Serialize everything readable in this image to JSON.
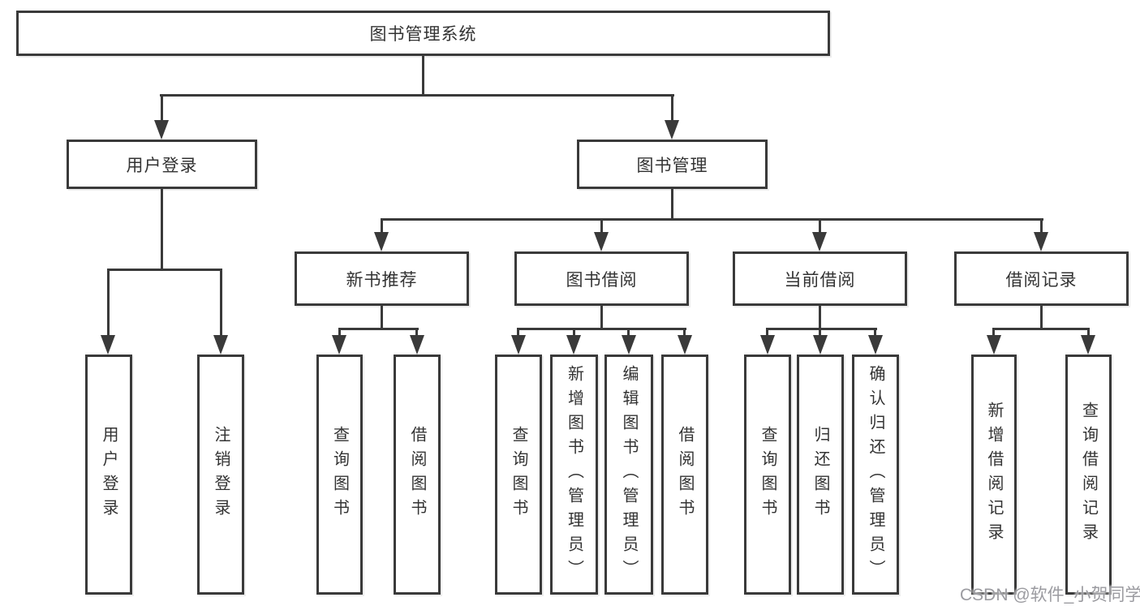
{
  "title": "图书管理系统",
  "level2": [
    "用户登录",
    "图书管理"
  ],
  "level3": [
    "新书推荐",
    "图书借阅",
    "当前借阅",
    "借阅记录"
  ],
  "leaves": {
    "user": [
      "用户登录",
      "注销登录"
    ],
    "recommend": [
      "查询图书",
      "借阅图书"
    ],
    "borrow": [
      "查询图书",
      "新增图书（管理员）",
      "编辑图书（管理员）",
      "借阅图书"
    ],
    "current": [
      "查询图书",
      "归还图书",
      "确认归还（管理员）"
    ],
    "records": [
      "新增借阅记录",
      "查询借阅记录"
    ]
  },
  "watermark": "CSDN @软件_小贺同学",
  "colors": {
    "line": "#3a3a3a",
    "text": "#333333",
    "background": "#ffffff",
    "watermark": "#9b9ba0"
  }
}
